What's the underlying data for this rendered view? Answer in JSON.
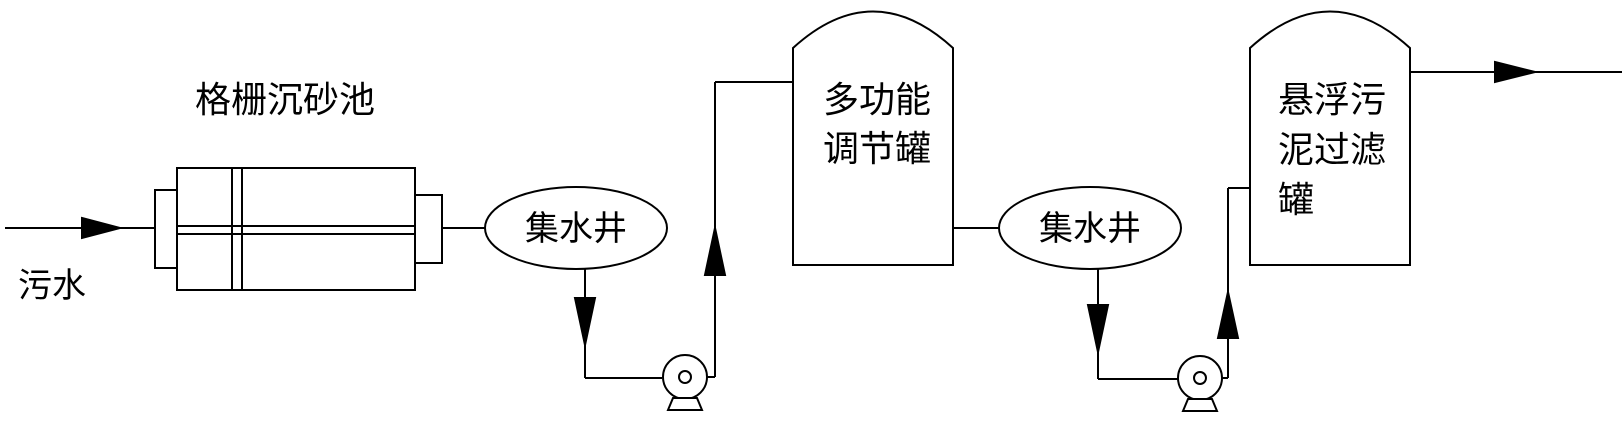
{
  "labels": {
    "inlet": "污水",
    "grit_chamber": "格栅沉砂池",
    "sump_1": "集水井",
    "sump_2": "集水井",
    "equalization_tank_line1": "多功能",
    "equalization_tank_line2": "调节罐",
    "filter_tank_line1": "悬浮污",
    "filter_tank_line2": "泥过滤",
    "filter_tank_line3": "罐"
  },
  "colors": {
    "line": "#000000",
    "background": "#ffffff"
  },
  "icons": {
    "pump_1": "centrifugal-pump-icon",
    "pump_2": "centrifugal-pump-icon"
  }
}
